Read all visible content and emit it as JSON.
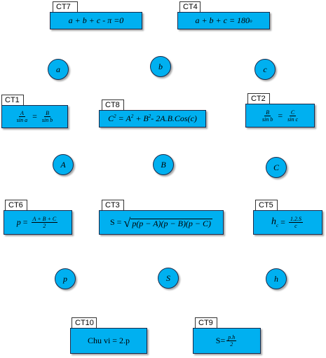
{
  "formulas": {
    "ct7": {
      "tag": "CT7",
      "lhs": "a + b + c - π =0"
    },
    "ct4": {
      "tag": "CT4",
      "lhs": "a + b + c  = 180",
      "unit": "o"
    },
    "ct1": {
      "tag": "CT1",
      "n1": "A",
      "d1": "sin a",
      "n2": "B",
      "d2": "sin b",
      "eq": "="
    },
    "ct8": {
      "tag": "CT8",
      "c": "C",
      "c_exp": "2",
      "eq": " = A",
      "a_exp": "2",
      "plus": " + B",
      "b_exp": "2",
      "rest": "- 2A.B.Cos(c)"
    },
    "ct2": {
      "tag": "CT2",
      "n1": "B",
      "d1": "sin b",
      "n2": "C",
      "d2": "sin c",
      "eq": "="
    },
    "ct6": {
      "tag": "CT6",
      "lhs": "p",
      "eq": "=",
      "num": "A + B + C",
      "den": "2"
    },
    "ct3": {
      "tag": "CT3",
      "lhs": "S",
      "eq": "=",
      "radicand": "p(p − A)(p − B)(p − C)"
    },
    "ct5": {
      "tag": "CT5",
      "lhs": "h",
      "sub": "c",
      "eq": "=",
      "num": "1.2.S",
      "den": "c"
    },
    "ct10": {
      "tag": "CT10",
      "text": "Chu vi = 2.p"
    },
    "ct9": {
      "tag": "CT9",
      "lhs": "S=",
      "num": "p.h",
      "den": "2"
    }
  },
  "variables": {
    "a": "a",
    "b": "b",
    "c": "c",
    "A": "A",
    "B": "B",
    "C": "C",
    "p": "p",
    "S": "S",
    "h": "h"
  }
}
